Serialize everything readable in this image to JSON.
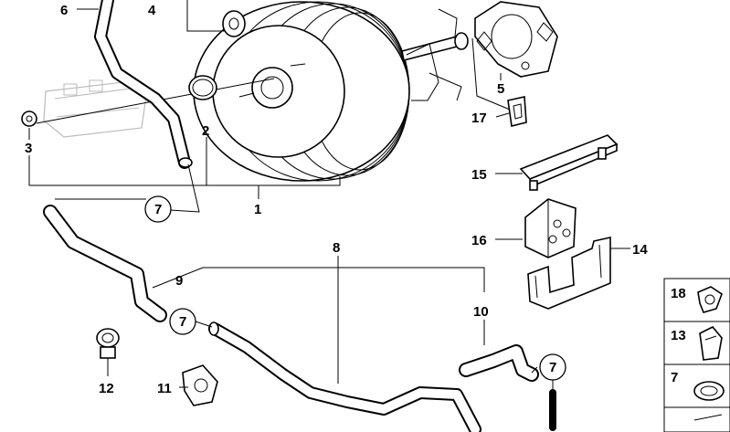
{
  "callouts": {
    "c1": "1",
    "c2": "2",
    "c3": "3",
    "c4": "4",
    "c5": "5",
    "c6": "6",
    "c8": "8",
    "c9": "9",
    "c10": "10",
    "c11": "11",
    "c12": "12",
    "c14": "14",
    "c15": "15",
    "c16": "16",
    "c17": "17"
  },
  "circled": {
    "a": "7",
    "b": "7",
    "c": "7"
  },
  "side_panel": {
    "p18": "18",
    "p13": "13",
    "p7": "7"
  }
}
